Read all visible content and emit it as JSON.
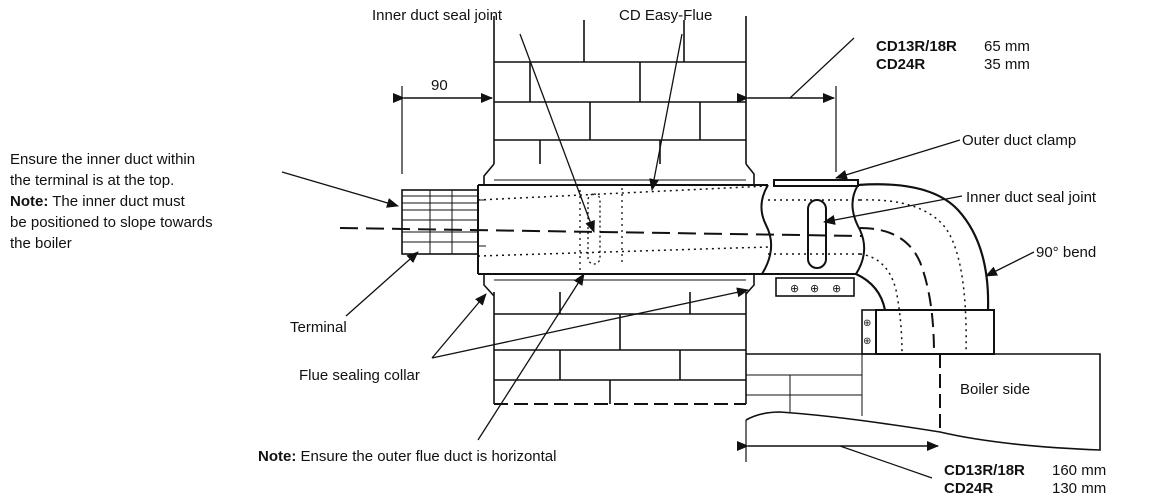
{
  "labels": {
    "inner_duct_seal_joint_top": "Inner duct seal joint",
    "cd_easy_flue": "CD Easy-Flue",
    "dim_90": "90",
    "ensure_line1": "Ensure the inner duct within",
    "ensure_line2": "the terminal is at the top.",
    "note_word": "Note:",
    "ensure_line3_rest": "The inner duct must",
    "ensure_line4": "be positioned to slope towards",
    "ensure_line5": "the boiler",
    "terminal": "Terminal",
    "flue_sealing_collar": "Flue sealing collar",
    "note_bottom_word": "Note:",
    "note_bottom_rest": "Ensure the outer flue duct is horizontal",
    "outer_duct_clamp": "Outer duct clamp",
    "inner_duct_seal_joint_right": "Inner duct seal joint",
    "bend_90": "90° bend",
    "boiler_side": "Boiler side"
  },
  "spec_top": [
    {
      "model": "CD13R/18R",
      "value": "65 mm"
    },
    {
      "model": "CD24R",
      "value": "35 mm"
    }
  ],
  "spec_bottom": [
    {
      "model": "CD13R/18R",
      "value": "160 mm"
    },
    {
      "model": "CD24R",
      "value": "130 mm"
    }
  ]
}
